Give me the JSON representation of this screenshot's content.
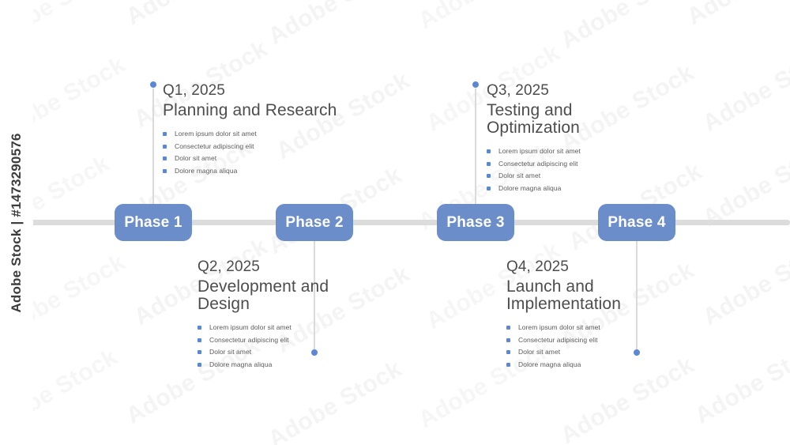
{
  "credit": {
    "text": "Adobe Stock | #1473290576"
  },
  "watermark": {
    "text": "Adobe Stock"
  },
  "colors": {
    "accent": "#6b8dc9",
    "bullet": "#5b87d4",
    "bar": "#dcdcdc",
    "connector": "#dadada",
    "heading_text": "#4d4d4d",
    "body_text": "#5a5a5a",
    "pill_text": "#ffffff",
    "background": "#ffffff"
  },
  "timeline": {
    "phases": [
      {
        "pill_label": "Phase 1"
      },
      {
        "pill_label": "Phase 2"
      },
      {
        "pill_label": "Phase 3"
      },
      {
        "pill_label": "Phase 4"
      }
    ],
    "blocks": [
      {
        "quarter": "Q1, 2025",
        "heading": "Planning and Research",
        "bullets": [
          "Lorem ipsum dolor sit amet",
          "Consectetur adipiscing elit",
          "Dolor sit amet",
          "Dolore magna aliqua"
        ]
      },
      {
        "quarter": "Q2, 2025",
        "heading": "Development and Design",
        "bullets": [
          "Lorem ipsum dolor sit amet",
          "Consectetur adipiscing elit",
          "Dolor sit amet",
          "Dolore magna aliqua"
        ]
      },
      {
        "quarter": "Q3, 2025",
        "heading": "Testing and Optimization",
        "bullets": [
          "Lorem ipsum dolor sit amet",
          "Consectetur adipiscing elit",
          "Dolor sit amet",
          "Dolore magna aliqua"
        ]
      },
      {
        "quarter": "Q4, 2025",
        "heading": "Launch and Implementation",
        "bullets": [
          "Lorem ipsum dolor sit amet",
          "Consectetur adipiscing elit",
          "Dolor sit amet",
          "Dolore magna aliqua"
        ]
      }
    ]
  }
}
